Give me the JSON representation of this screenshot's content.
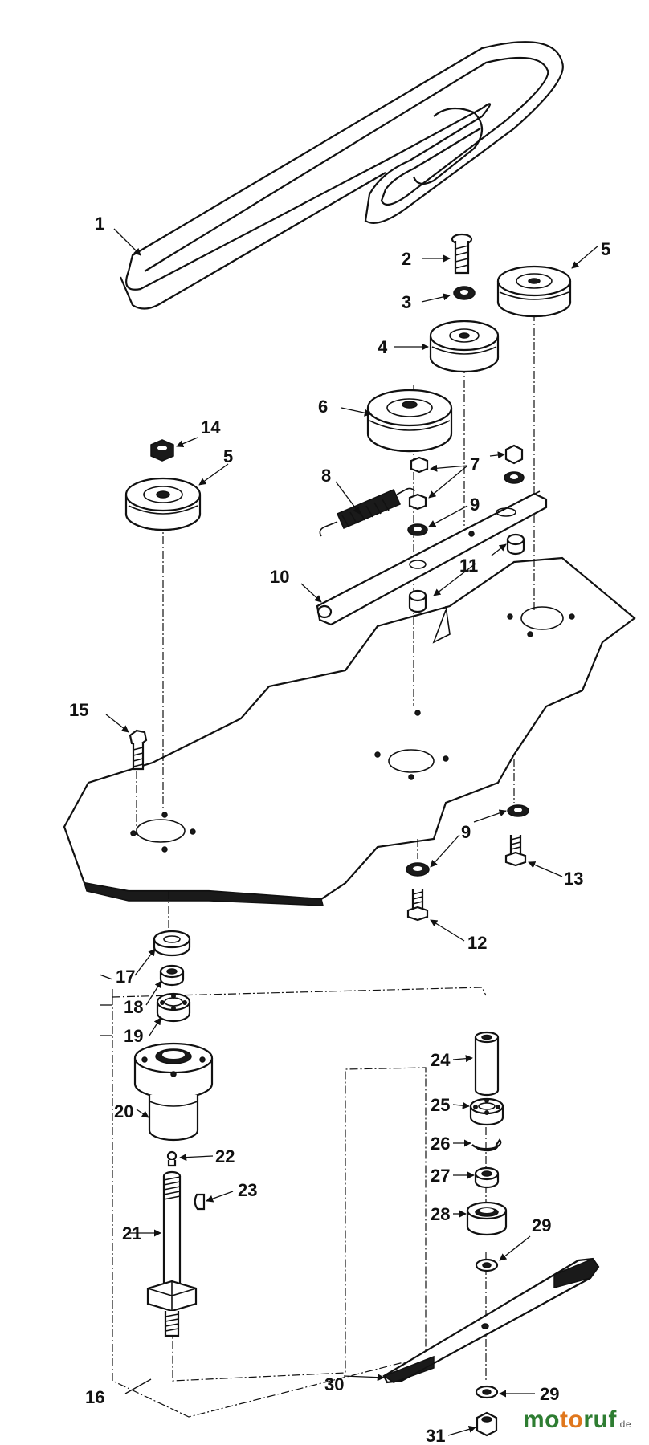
{
  "labels": {
    "p1": "1",
    "p2": "2",
    "p3": "3",
    "p4": "4",
    "p5a": "5",
    "p5b": "5",
    "p6": "6",
    "p7": "7",
    "p8": "8",
    "p9a": "9",
    "p9b": "9",
    "p10": "10",
    "p11": "11",
    "p12": "12",
    "p13": "13",
    "p14": "14",
    "p15": "15",
    "p16": "16",
    "p17": "17",
    "p18": "18",
    "p19": "19",
    "p20": "20",
    "p21": "21",
    "p22": "22",
    "p23": "23",
    "p24": "24",
    "p25": "25",
    "p26": "26",
    "p27": "27",
    "p28": "28",
    "p29a": "29",
    "p29b": "29",
    "p30": "30",
    "p31": "31"
  },
  "watermark": {
    "part1": "mo",
    "part2": "to",
    "part3": "ruf",
    "suffix": ".de"
  },
  "colors": {
    "ink": "#111111",
    "brand_green": "#2e7d32",
    "brand_orange": "#e0771d"
  }
}
